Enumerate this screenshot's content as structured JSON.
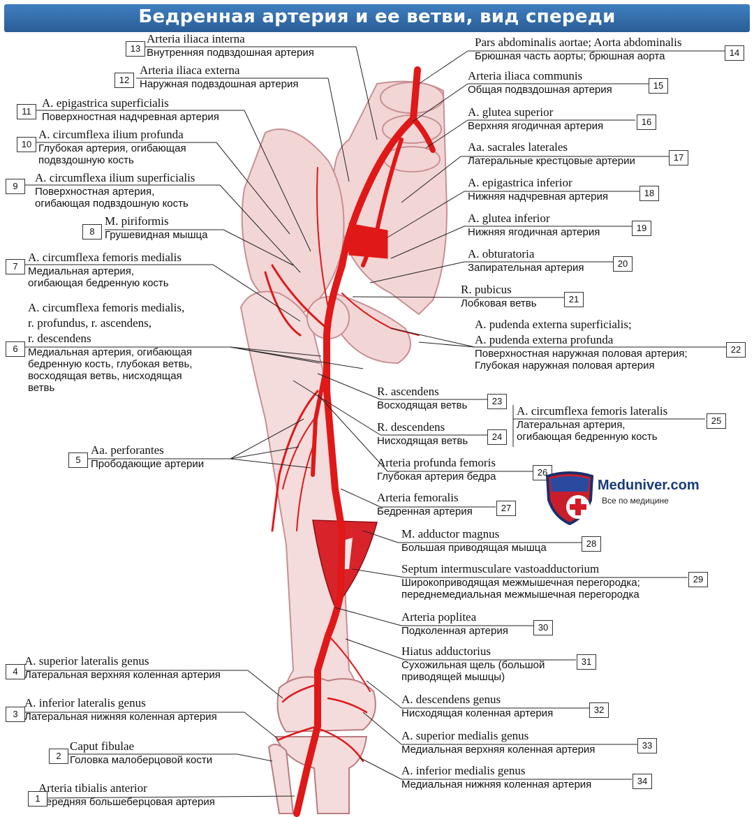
{
  "title": "Бедренная артерия и ее ветви, вид спереди",
  "logo": {
    "name": "Meduniver.com",
    "tagline": "Все по медицине"
  },
  "colors": {
    "title_bar": "#2f6aa8",
    "artery": "#e01818",
    "bone": "#f2d6d6",
    "bone_edge": "#c98f93"
  },
  "labels": [
    {
      "n": "1",
      "lat": "Arteria tibialis anterior",
      "rus": "Передняя большеберцовая артерия"
    },
    {
      "n": "2",
      "lat": "Caput fibulae",
      "rus": "Головка малоберцовой кости"
    },
    {
      "n": "3",
      "lat": "A. inferior lateralis genus",
      "rus": "Латеральная нижняя коленная артерия"
    },
    {
      "n": "4",
      "lat": "A. superior lateralis genus",
      "rus": "Латеральная верхняя коленная артерия"
    },
    {
      "n": "5",
      "lat": "Aa. perforantes",
      "rus": "Прободающие артерии"
    },
    {
      "n": "6",
      "lat": "A. circumflexa femoris medialis,\nr. profundus, r. ascendens,\nr. descendens",
      "rus": "Медиальная артерия, огибающая\nбедренную кость, глубокая ветвь,\nвосходящая ветвь, нисходящая\nветвь"
    },
    {
      "n": "7",
      "lat": "A. circumflexa femoris medialis",
      "rus": "Медиальная артерия,\nогибающая бедренную кость"
    },
    {
      "n": "8",
      "lat": "M. piriformis",
      "rus": "Грушевидная мышца"
    },
    {
      "n": "9",
      "lat": "A. circumflexa ilium superficialis",
      "rus": "Поверхностная артерия,\nогибающая подвздошную кость"
    },
    {
      "n": "10",
      "lat": "A. circumflexa ilium profunda",
      "rus": "Глубокая артерия, огибающая\nподвздошную кость"
    },
    {
      "n": "11",
      "lat": "A. epigastrica superficialis",
      "rus": "Поверхностная надчревная артерия"
    },
    {
      "n": "12",
      "lat": "Arteria iliaca externa",
      "rus": "Наружная подвздошная артерия"
    },
    {
      "n": "13",
      "lat": "Arteria iliaca interna",
      "rus": "Внутренняя подвздошная артерия"
    },
    {
      "n": "14",
      "lat": "Pars abdominalis aortae; Aorta abdominalis",
      "rus": "Брюшная часть аорты; брюшная аорта"
    },
    {
      "n": "15",
      "lat": "Arteria iliaca communis",
      "rus": "Общая подвздошная артерия"
    },
    {
      "n": "16",
      "lat": "A. glutea superior",
      "rus": "Верхняя ягодичная артерия"
    },
    {
      "n": "17",
      "lat": "Aa. sacrales laterales",
      "rus": "Латеральные крестцовые артерии"
    },
    {
      "n": "18",
      "lat": "A. epigastrica inferior",
      "rus": "Нижняя надчревная артерия"
    },
    {
      "n": "19",
      "lat": "A. glutea inferior",
      "rus": "Нижняя ягодичная артерия"
    },
    {
      "n": "20",
      "lat": "A. obturatoria",
      "rus": "Запирательная артерия"
    },
    {
      "n": "21",
      "lat": "R. pubicus",
      "rus": "Лобковая ветвь"
    },
    {
      "n": "22",
      "lat": "A. pudenda externa superficialis;\nA. pudenda externa profunda",
      "rus": "Поверхностная наружная половая артерия;\nГлубокая наружная половая артерия"
    },
    {
      "n": "23",
      "lat": "R. ascendens",
      "rus": "Восходящая ветвь"
    },
    {
      "n": "24",
      "lat": "R. descendens",
      "rus": "Нисходящая ветвь"
    },
    {
      "n": "25",
      "lat": "A. circumflexa femoris lateralis",
      "rus": "Латеральная артерия,\nогибающая бедренную кость"
    },
    {
      "n": "26",
      "lat": "Arteria profunda femoris",
      "rus": "Глубокая артерия бедра"
    },
    {
      "n": "27",
      "lat": "Arteria femoralis",
      "rus": "Бедренная артерия"
    },
    {
      "n": "28",
      "lat": "M. adductor magnus",
      "rus": "Большая приводящая мышца"
    },
    {
      "n": "29",
      "lat": "Septum intermusculare vastoadductorium",
      "rus": "Широкоприводящая межмышечная перегородка;\nпереднемедиальная межмышечная перегородка"
    },
    {
      "n": "30",
      "lat": "Arteria poplitea",
      "rus": "Подколенная артерия"
    },
    {
      "n": "31",
      "lat": "Hiatus adductorius",
      "rus": "Сухожильная щель (большой\nприводящей мышцы)"
    },
    {
      "n": "32",
      "lat": "A. descendens genus",
      "rus": "Нисходящая коленная артерия"
    },
    {
      "n": "33",
      "lat": "A. superior medialis genus",
      "rus": "Медиальная верхняя коленная артерия"
    },
    {
      "n": "34",
      "lat": "A. inferior medialis genus",
      "rus": "Медиальная нижняя коленная артерия"
    }
  ]
}
